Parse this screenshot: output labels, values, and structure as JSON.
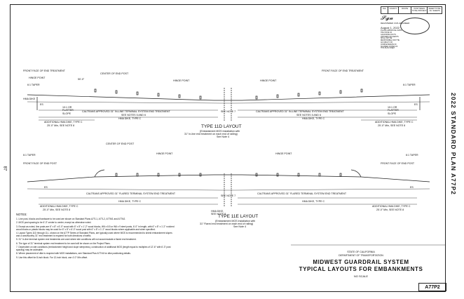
{
  "header_cells": [
    "Dist",
    "COUNTY",
    "ROUTE",
    "POST MILES TOTAL PROJECT",
    "SHEET TOTAL No. SHEETS"
  ],
  "signature_block": {
    "role": "REGISTERED CIVIL ENGINEER",
    "date": "August 1, 2022",
    "approval": "PLANS APPROVAL DATE",
    "disclaimer": "THE STATE OF CALIFORNIA OR ITS OFFICERS OR AGENTS SHALL NOT BE RESPONSIBLE FOR THE ACCURACY OR COMPLETENESS OF SCANNED COPIES OF THIS PLAN SHEET."
  },
  "top_labels": {
    "front_face_left": "FRONT FACE OF END TREATMENT",
    "center_end_post": "CENTER OF END POST",
    "hinge_left": "HINGE POINT",
    "front_face_right": "FRONT FACE OF END TREATMENT",
    "hinge_right": "HINGE POINT",
    "taper_left": "6:1 TAPER",
    "taper_right": "6:1 TAPER",
    "hma_dike": "HMA DIKE",
    "es": "ES",
    "flatter_slope": "10:1 OR FLATTER SLOPE",
    "caltrans_inline": "CALTRANS APPROVED 31\" IN-LINE TERMINAL SYSTEM END TREATMENT",
    "see_notes_56": "SEE NOTES 5 AND 6",
    "see_note_7": "SEE NOTE 7",
    "hma_dike_type_c": "HMA DIKE, TYPE C",
    "additional_hma": "ADDITIONAL HMA DIKE, TYPE C",
    "min_25": "25'-0\" Min, SEE NOTE 8",
    "dim": "50'-0\""
  },
  "layout_11d": {
    "title": "TYPE 11D LAYOUT",
    "sub1": "(Embankment MGS Installation with",
    "sub2": "31\" In-line end treatment on each end of railing)",
    "sub3": "See Note 4"
  },
  "mid_labels": {
    "front_face_end_post": "FRONT FACE OF END POST",
    "center_end_post": "CENTER OF END POST",
    "hinge": "HINGE POINT",
    "taper": "6:1 TAPER",
    "flared": "CALTRANS APPROVED 31\" FLARED TERMINAL SYSTEM END TREATMENT",
    "hma_dike_see_note8": "HMA DIKE, SEE NOTE 8",
    "es": "ES"
  },
  "layout_11e": {
    "title": "TYPE 11E LAYOUT",
    "sub1": "(Embankment MGS Installation with",
    "sub2": "31\" Flared end treatment on each end of railing)",
    "sub3": "See Note 4"
  },
  "notes_title": "NOTES:",
  "notes": [
    "1. Line post, blocks and hardware to be used are shown on Standard Plans A77L1, A77L2, A77M1 and A77N2.",
    "2. MGS post spacing to be 6'-3\" center to center, except as otherwise noted.",
    "3. Except as noted, line posts are 6\" x 8\" x 6'-0\" wood with 6\" x 8\" x 1'-2\" wood blocks, W6 x 8.5 or W6 x 9 steel posts, 6'-0\" in length, with 6\" x 8\" x 1'-2\" notched wood blocks or plastic blocks may be used for 6\" x 8\" x 6'-0\" wood post with 6\" x 8\" x 1'-2\" wood blocks where applicable and when specified.",
    "4. Layout Types 11D through 11L, shown on the A77P Series of Standard Plans, are typically used where MGS is recommended to shield embankment slopes and a crashworthy 31\" end treatment is required for both directions of traffic.",
    "5. 31\" In-line terminal system end treatments are used where site conditions will not accommodate a flared end treatment.",
    "6. The type of 31\" terminal system end treatment to be used will be shown on the Project Plans.",
    "7. Dependent on site conditions (embankment height and slope steepness), construction of additional MGS (length equal to multiples of 12'-6\" with 6'-3\" post spacing) may be advisable.",
    "8. Where placement of dike is required with MGS installations, see Standard Plan A77H4 for dike positioning details.",
    "9. Use this offset for 8-inch block. For 12-inch block, use 4'-0\" Min offset."
  ],
  "title_block": {
    "state": "STATE OF CALIFORNIA",
    "dept": "DEPARTMENT OF TRANSPORTATION",
    "title1": "MIDWEST GUARDRAIL SYSTEM",
    "title2": "TYPICAL LAYOUTS FOR EMBANKMENTS",
    "scale": "NO SCALE"
  },
  "sheet_number": "A77P2",
  "side_text": "2022 STANDARD PLAN A77P2",
  "page_number": "87",
  "colors": {
    "line": "#1a1a1a",
    "paper": "#ffffff"
  }
}
